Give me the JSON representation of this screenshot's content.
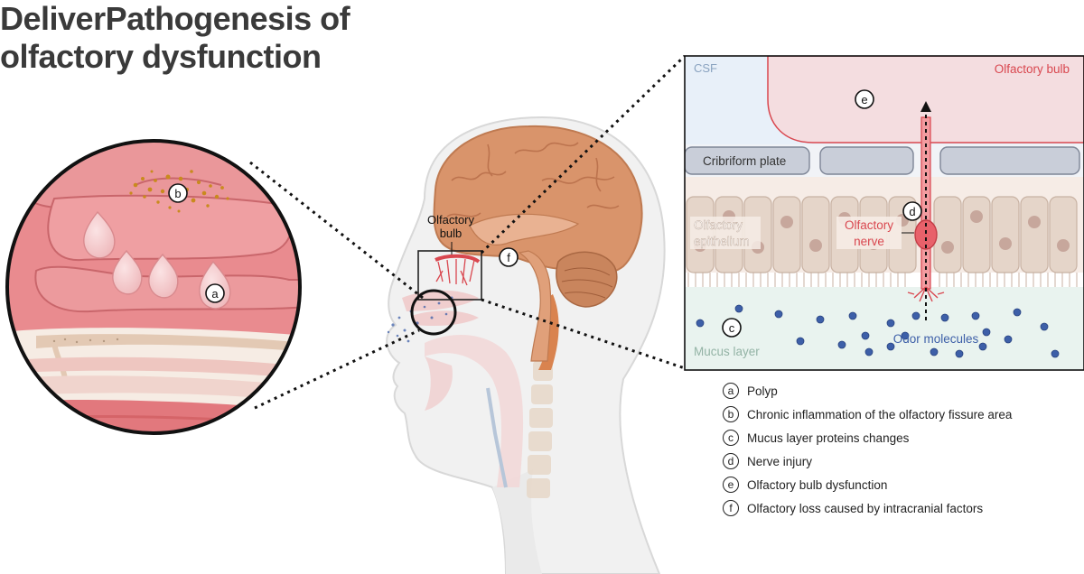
{
  "title": {
    "line1": "DeliverPathogenesis of",
    "line2": "olfactory dysfunction"
  },
  "head_labels": {
    "olfactory_bulb_line1": "Olfactory",
    "olfactory_bulb_line2": "bulb",
    "marker_f": "f"
  },
  "nasal_zoom": {
    "marker_a": "a",
    "marker_b": "b"
  },
  "detail_panel": {
    "csf": "CSF",
    "olfactory_bulb": "Olfactory bulb",
    "cribriform_plate": "Cribriform plate",
    "olfactory_epithelium_line1": "Olfactory",
    "olfactory_epithelium_line2": "epithelium",
    "olfactory_nerve_line1": "Olfactory",
    "olfactory_nerve_line2": "nerve",
    "odor_molecules": "Odor molecules",
    "mucus_layer": "Mucus layer",
    "marker_c": "c",
    "marker_d": "d",
    "marker_e": "e"
  },
  "legend": [
    {
      "letter": "a",
      "text": "Polyp"
    },
    {
      "letter": "b",
      "text": "Chronic inflammation of the olfactory fissure area"
    },
    {
      "letter": "c",
      "text": "Mucus layer proteins changes"
    },
    {
      "letter": "d",
      "text": "Nerve injury"
    },
    {
      "letter": "e",
      "text": "Olfactory bulb dysfunction"
    },
    {
      "letter": "f",
      "text": "Olfactory loss caused by intracranial factors"
    }
  ],
  "colors": {
    "title": "#3a3a3a",
    "nasal_pink": "#e98b8f",
    "brain": "#d9946b",
    "bulb_red": "#d9474f",
    "molecule_blue": "#3d5fa8",
    "csf_blue": "#e8f0f9",
    "mucus_green": "#e9f3ef",
    "epithelium_tan": "#e5d5c9",
    "plate_gray": "#c9ced9"
  }
}
